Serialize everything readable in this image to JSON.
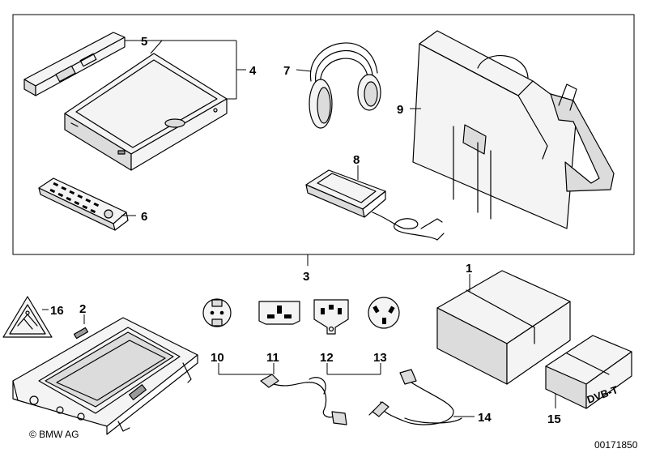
{
  "diagram": {
    "callouts": {
      "c1": "1",
      "c2": "2",
      "c3": "3",
      "c4": "4",
      "c5": "5",
      "c6": "6",
      "c7": "7",
      "c8": "8",
      "c9": "9",
      "c10": "10",
      "c11": "11",
      "c12": "12",
      "c13": "13",
      "c14": "14",
      "c15": "15",
      "c16": "16"
    },
    "box_label": "DVB-T",
    "copyright": "© BMW AG",
    "image_number": "00171850"
  }
}
